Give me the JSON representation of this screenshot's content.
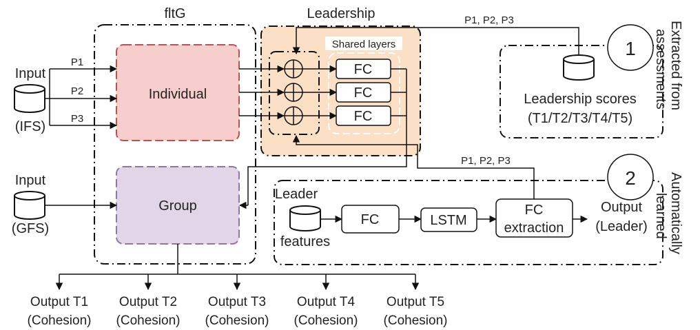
{
  "frames": {
    "fltg_title": "fltG",
    "leadership_title": "Leadership",
    "shared_layers": "Shared layers"
  },
  "inputs": {
    "ifs_top": "Input",
    "ifs_bottom": "(IFS)",
    "gfs_top": "Input",
    "gfs_bottom": "(GFS)",
    "p1": "P1",
    "p2": "P2",
    "p3": "P3"
  },
  "blocks": {
    "individual": "Individual",
    "group": "Group",
    "fc": "FC",
    "lstm": "LSTM",
    "fc_extraction_1": "FC",
    "fc_extraction_2": "extraction"
  },
  "badges": {
    "one": "1",
    "two": "2"
  },
  "paths": {
    "top_label": "P1, P2, P3",
    "bottom_label": "P1, P2, P3"
  },
  "module1": {
    "scores_line1": "Leadership scores",
    "scores_line2": "(T1/T2/T3/T4/T5)",
    "side_line1": "Extracted from",
    "side_line2": "assessments"
  },
  "module2": {
    "leader_top": "Leader",
    "leader_bottom": "features",
    "output_line1": "Output",
    "output_line2": "(Leader)",
    "side_line1": "Automatically",
    "side_line2": "learned"
  },
  "outputs": [
    {
      "line1": "Output T1",
      "line2": "(Cohesion)"
    },
    {
      "line1": "Output T2",
      "line2": "(Cohesion)"
    },
    {
      "line1": "Output T3",
      "line2": "(Cohesion)"
    },
    {
      "line1": "Output T4",
      "line2": "(Cohesion)"
    },
    {
      "line1": "Output T5",
      "line2": "(Cohesion)"
    }
  ],
  "colors": {
    "individual_fill": "#f8cecc",
    "individual_stroke": "#b85450",
    "group_fill": "#e1d5e7",
    "group_stroke": "#9673a6",
    "leadership_fill": "#fbe0c6",
    "line": "#111111"
  }
}
